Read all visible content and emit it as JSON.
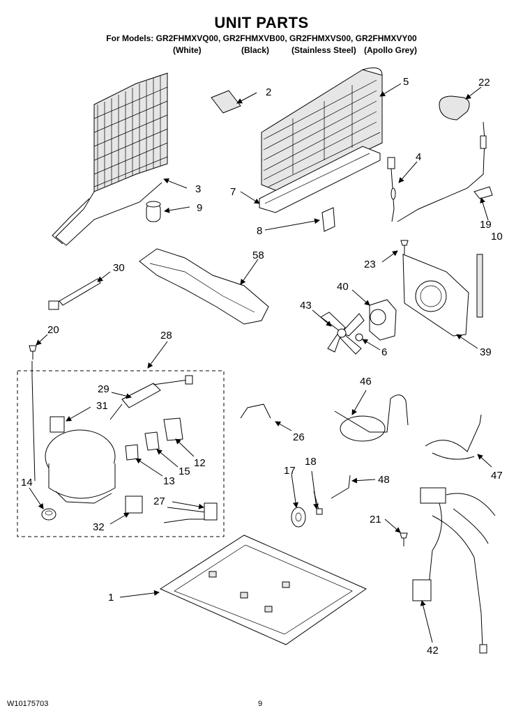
{
  "header": {
    "title": "UNIT PARTS",
    "models": "For Models: GR2FHMXVQ00, GR2FHMXVB00, GR2FHMXVS00, GR2FHMXVY00",
    "color_variants": [
      "(White)",
      "(Black)",
      "(Stainless Steel)",
      "(Apollo Grey)"
    ]
  },
  "footer": {
    "document_number": "W10175703",
    "page_number": "9"
  },
  "callouts": {
    "c1": "1",
    "c2": "2",
    "c3": "3",
    "c4": "4",
    "c5": "5",
    "c6": "6",
    "c7": "7",
    "c8": "8",
    "c9": "9",
    "c10": "10",
    "c12": "12",
    "c13": "13",
    "c14": "14",
    "c15": "15",
    "c17": "17",
    "c18": "18",
    "c19": "19",
    "c20": "20",
    "c21": "21",
    "c22": "22",
    "c23": "23",
    "c26": "26",
    "c27": "27",
    "c28": "28",
    "c29": "29",
    "c30": "30",
    "c31": "31",
    "c32": "32",
    "c39": "39",
    "c40": "40",
    "c42": "42",
    "c43": "43",
    "c46": "46",
    "c47": "47",
    "c48": "48",
    "c58": "58"
  }
}
